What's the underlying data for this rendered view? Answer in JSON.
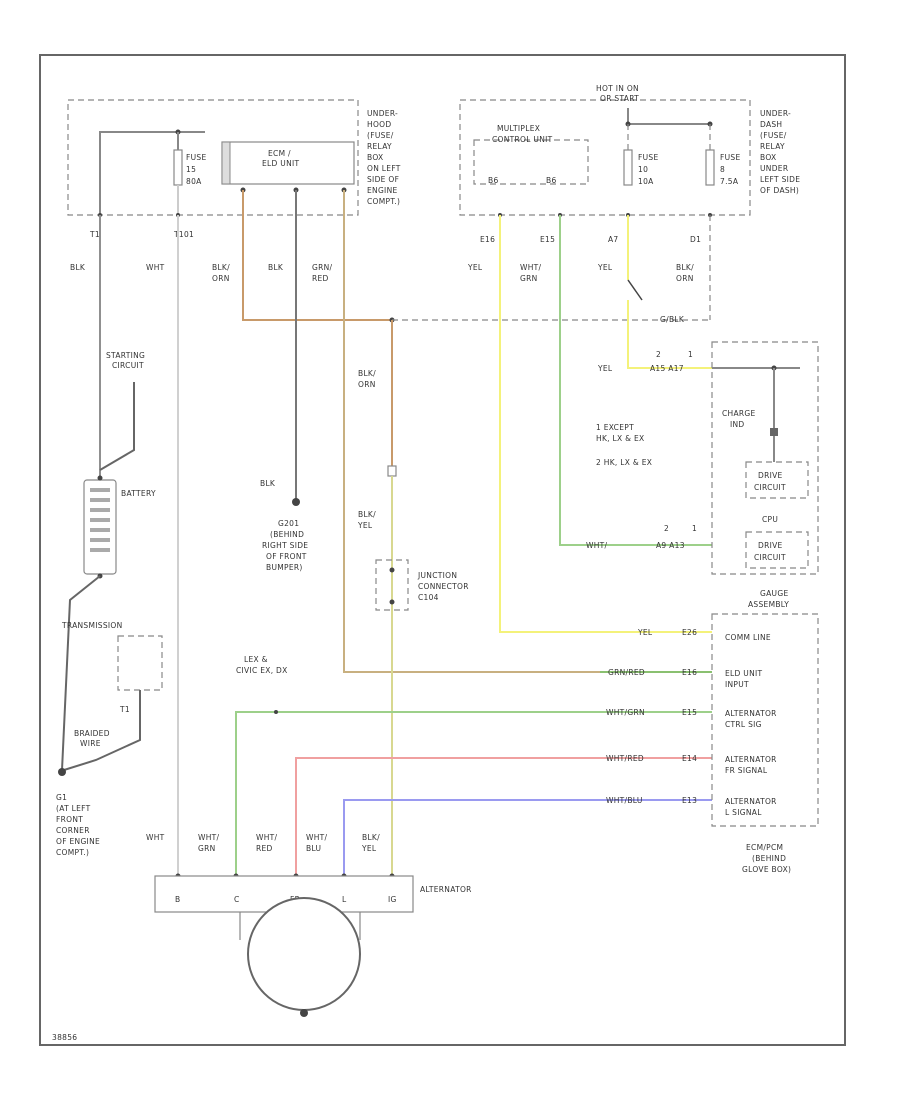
{
  "diagram_id": "38856",
  "colors": {
    "blk": "#909090",
    "wht": "#d0d0d0",
    "orn": "#c89a6a",
    "yel": "#f4f27a",
    "grn": "#9dd08a",
    "red": "#f0a0a0",
    "blu": "#9a9af0",
    "ylw_alt": "#d8d890"
  },
  "under_hood_box": {
    "label": [
      "UNDER-",
      "HOOD",
      "(FUSE/",
      "RELAY",
      "BOX",
      "ON LEFT",
      "SIDE OF",
      "ENGINE",
      "COMPT.)"
    ],
    "fuse": [
      "FUSE",
      "15",
      "80A"
    ],
    "ecu": [
      "ECM /",
      "ELD UNIT"
    ],
    "conn_left": "T1",
    "conn_right": "T101"
  },
  "under_dash_box": {
    "hot": [
      "HOT IN ON",
      "OR START"
    ],
    "label": [
      "UNDER-",
      "DASH",
      "(FUSE/",
      "RELAY",
      "BOX",
      "UNDER",
      "LEFT SIDE",
      "OF DASH)"
    ],
    "mcu": [
      "MULTIPLEX",
      "CONTROL UNIT"
    ],
    "mcu_pins": [
      "B6",
      "B6"
    ],
    "fuse_left": [
      "FUSE",
      "10",
      "10A"
    ],
    "fuse_right": [
      "FUSE",
      "8",
      "7.5A"
    ],
    "conns": [
      "E16",
      "E15",
      "A7",
      "D1"
    ]
  },
  "wire_labels": {
    "blk": "BLK",
    "wht": "WHT",
    "blk_orn": [
      "BLK/",
      "ORN"
    ],
    "grn_red": [
      "GRN/",
      "RED"
    ],
    "yel": "YEL",
    "wht_grn": [
      "WHT/",
      "GRN"
    ],
    "blk_yel": [
      "BLK/",
      "YEL"
    ],
    "wht_red": [
      "WHT/",
      "RED"
    ],
    "wht_blu": [
      "WHT/",
      "BLU"
    ],
    "s_blk": "G/BLK"
  },
  "starting": [
    "STARTING",
    "CIRCUIT"
  ],
  "battery": "BATTERY",
  "transmission": "TRANSMISSION",
  "t1": "T1",
  "braided": [
    "BRAIDED",
    "WIRE"
  ],
  "ground_g1": [
    "G1",
    "(AT LEFT",
    "FRONT",
    "CORNER",
    "OF ENGINE",
    "COMPT.)"
  ],
  "ground_g201": [
    "G201",
    "(BEHIND",
    "RIGHT SIDE",
    "OF FRONT",
    "BUMPER)"
  ],
  "junction": [
    "JUNCTION",
    "CONNECTOR",
    "C104"
  ],
  "notes": [
    "1  EXCEPT",
    "   HK, LX & EX",
    "2  HK, LX & EX"
  ],
  "charge_ind": [
    "CHARGE",
    "IND"
  ],
  "drive_circuit": [
    "DRIVE",
    "CIRCUIT"
  ],
  "cpu": "CPU",
  "gauge": [
    "GAUGE",
    "ASSEMBLY"
  ],
  "gauge_pins": [
    {
      "wire": "YEL",
      "pin": "E26",
      "label": [
        "COMM LINE"
      ]
    },
    {
      "wire": "GRN/RED",
      "pin": "E16",
      "label": [
        "ELD UNIT",
        "INPUT"
      ]
    },
    {
      "wire": "WHT/GRN",
      "pin": "E15",
      "label": [
        "ALTERNATOR",
        "CTRL SIG"
      ]
    },
    {
      "wire": "WHT/RED",
      "pin": "E14",
      "label": [
        "ALTERNATOR",
        "FR SIGNAL"
      ]
    },
    {
      "wire": "WHT/BLU",
      "pin": "E13",
      "label": [
        "ALTERNATOR",
        "L SIGNAL"
      ]
    }
  ],
  "yel_pins": [
    "2",
    "1"
  ],
  "yel_conn": "A15 A17",
  "grn_pins": [
    "2",
    "1"
  ],
  "grn_conn": "A9  A13",
  "ecm_note": [
    "LEX &",
    "CIVIC EX, DX"
  ],
  "ecm_loc": [
    "ECM/PCM",
    "(BEHIND",
    "GLOVE BOX)"
  ],
  "alt_pins": [
    "B",
    "C",
    "FR",
    "L",
    "IG"
  ],
  "alternator": "ALTERNATOR",
  "wire_bottom": {
    "wht": "WHT",
    "wht_grn": [
      "WHT/",
      "GRN"
    ],
    "wht_red": [
      "WHT/",
      "RED"
    ],
    "wht_blu": [
      "WHT/",
      "BLU"
    ],
    "blk_yel": [
      "BLK/",
      "YEL"
    ]
  }
}
